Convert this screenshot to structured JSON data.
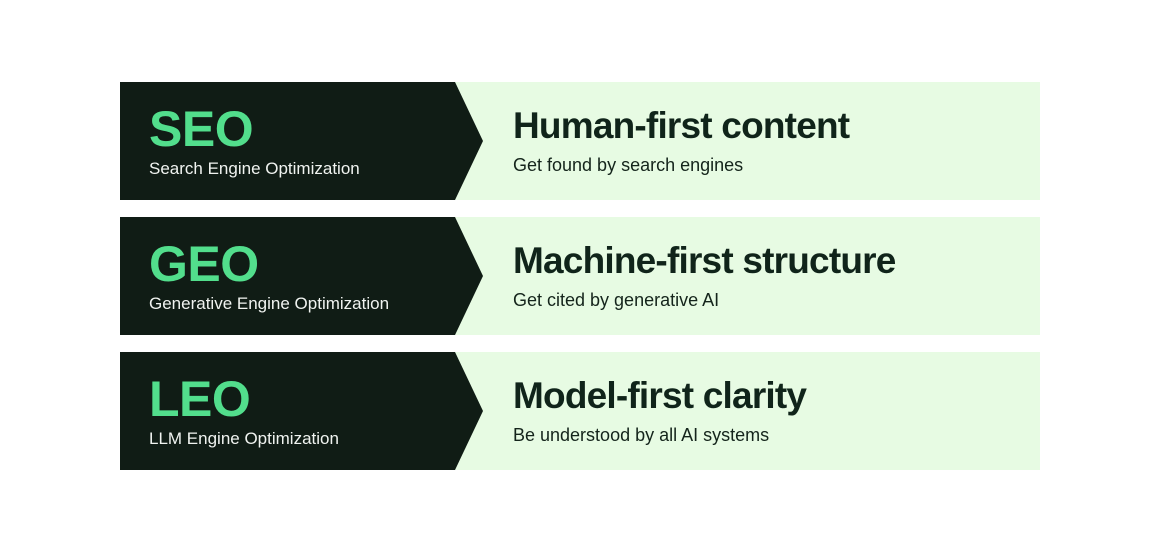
{
  "diagram": {
    "colors": {
      "badge_background": "#101c15",
      "panel_background": "#e7fbe3",
      "accent_green": "#52de8c",
      "dark_text": "#10241a",
      "light_text": "#f0f3f0",
      "page_background": "#ffffff"
    },
    "rows": [
      {
        "acronym": "SEO",
        "expansion": "Search Engine Optimization",
        "headline": "Human-first content",
        "subline": "Get found by search engines"
      },
      {
        "acronym": "GEO",
        "expansion": "Generative Engine Optimization",
        "headline": "Machine-first structure",
        "subline": "Get cited by generative AI"
      },
      {
        "acronym": "LEO",
        "expansion": "LLM Engine Optimization",
        "headline": "Model-first clarity",
        "subline": "Be understood by all AI systems"
      }
    ]
  }
}
